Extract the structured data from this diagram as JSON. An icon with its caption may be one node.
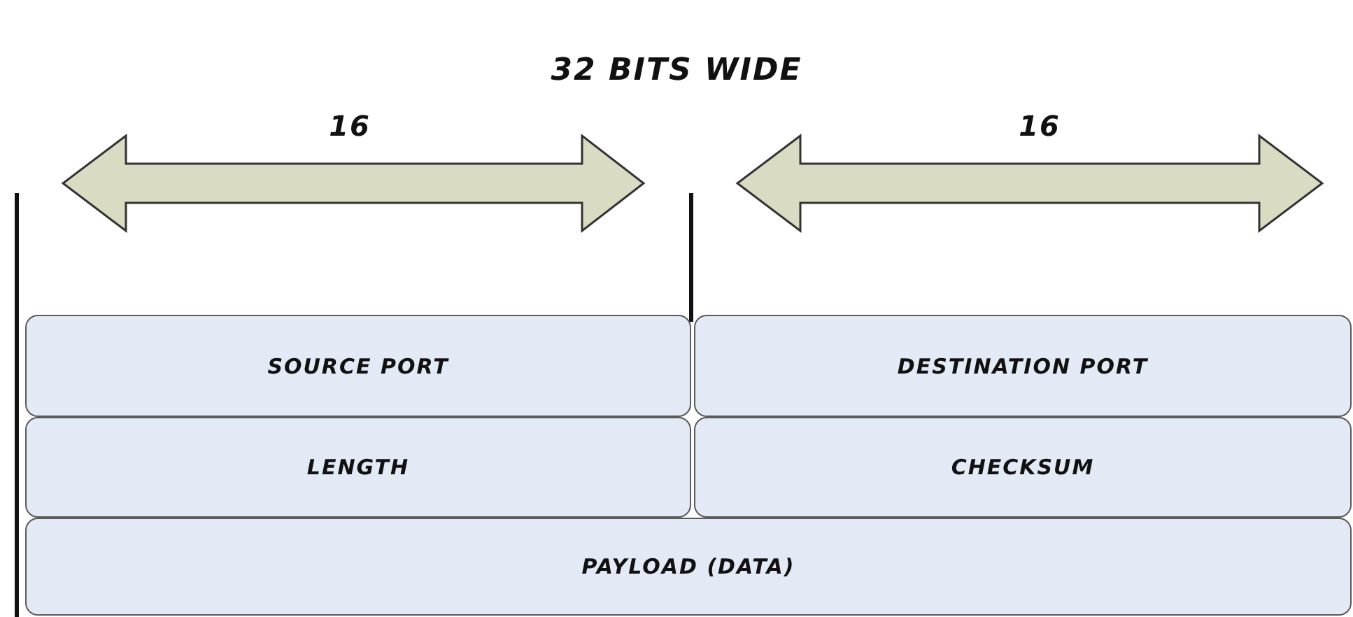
{
  "diagram": {
    "title": "32 BITS WIDE",
    "nodes": [
      {
        "text": [
          "SOURCE PORT"
        ]
      },
      {
        "text": [
          "DESTINATION PORT"
        ]
      },
      {
        "text": [
          "LENGTH"
        ]
      },
      {
        "text": [
          "CHECKSUM"
        ]
      },
      {
        "text": [
          "PAYLOAD (DATA)"
        ]
      }
    ],
    "labels": [
      "16",
      "16"
    ]
  }
}
